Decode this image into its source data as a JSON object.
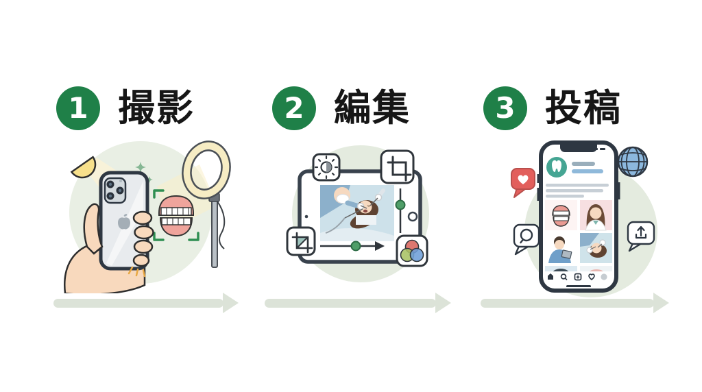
{
  "steps": [
    {
      "number": "1",
      "label": "撮影"
    },
    {
      "number": "2",
      "label": "編集"
    },
    {
      "number": "3",
      "label": "投稿"
    }
  ],
  "colors": {
    "step_badge_green": "#1f8048",
    "illustration_circle": "#e9efe4",
    "flow_arrow": "#dce3d8",
    "focus_frame_green": "#2f8f52",
    "slider_green": "#4f9e68",
    "heart_bubble_red": "#e25f5c",
    "globe_blue": "#8cb8de",
    "tooth_avatar_teal": "#45a593",
    "ring_light_glow": "#f6ecc4"
  },
  "illustrations": {
    "step1": {
      "description": "hand holding smartphone photographing dentures",
      "icons": [
        "desk-lamp-icon",
        "ring-light-icon",
        "smartphone-icon",
        "hand-icon",
        "dentures-icon",
        "focus-frame-icon",
        "sparkle-icon"
      ]
    },
    "step2": {
      "description": "tablet photo editor showing dental treatment photo",
      "icons": [
        "tablet-icon",
        "brightness-icon",
        "crop-icon",
        "crop-diagonal-icon",
        "rgb-circles-icon",
        "vertical-slider",
        "horizontal-slider"
      ]
    },
    "step3": {
      "description": "smartphone social media feed of dental clinic posts",
      "icons": [
        "smartphone-icon",
        "tooth-avatar-icon",
        "like-bubble-icon",
        "comment-bubble-icon",
        "globe-icon",
        "share-bubble-icon",
        "home-icon",
        "search-icon",
        "add-post-icon",
        "heart-icon",
        "profile-icon"
      ]
    }
  }
}
